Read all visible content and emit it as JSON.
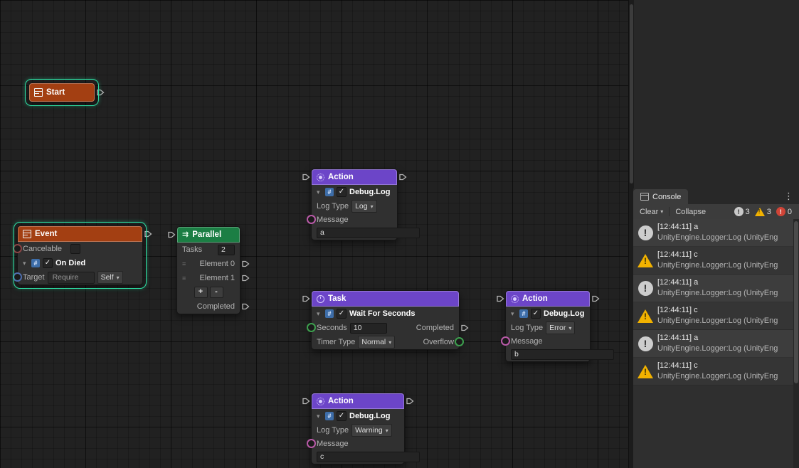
{
  "colors": {
    "c-event": "#a33f12",
    "c-parallel": "#1b7e44",
    "c-action": "#6c45c8",
    "c-select": "#2ee0a4",
    "c-warning": "#f2b200",
    "c-error": "#d04437",
    "c-wire": "#7d7d7d"
  },
  "graph": {
    "start": {
      "title": "Start"
    },
    "event": {
      "title": "Event",
      "cancelable_label": "Cancelable",
      "unit": "On Died",
      "target_label": "Target",
      "target_value": "Require",
      "target_scope": "Self"
    },
    "parallel": {
      "title": "Parallel",
      "tasks_label": "Tasks",
      "tasks_value": "2",
      "elements": [
        "Element 0",
        "Element 1"
      ],
      "add": "+",
      "remove": "-",
      "completed": "Completed"
    },
    "action_a": {
      "title": "Action",
      "unit": "Debug.Log",
      "log_type_label": "Log Type",
      "log_type_value": "Log",
      "message_label": "Message",
      "message_value": "a"
    },
    "task": {
      "title": "Task",
      "unit": "Wait For Seconds",
      "seconds_label": "Seconds",
      "seconds_value": "10",
      "completed_label": "Completed",
      "timer_type_label": "Timer Type",
      "timer_type_value": "Normal",
      "overflow_label": "Overflow"
    },
    "action_b": {
      "title": "Action",
      "unit": "Debug.Log",
      "log_type_label": "Log Type",
      "log_type_value": "Error",
      "message_label": "Message",
      "message_value": "b"
    },
    "action_c": {
      "title": "Action",
      "unit": "Debug.Log",
      "log_type_label": "Log Type",
      "log_type_value": "Warning",
      "message_label": "Message",
      "message_value": "c"
    }
  },
  "console": {
    "tab": "Console",
    "toolbar": {
      "clear": "Clear",
      "collapse": "Collapse",
      "log_count": "3",
      "warning_count": "3",
      "error_count": "0"
    },
    "entries": [
      {
        "type": "log",
        "line1": "[12:44:11] a",
        "line2": "UnityEngine.Logger:Log (UnityEng"
      },
      {
        "type": "warning",
        "line1": "[12:44:11] c",
        "line2": "UnityEngine.Logger:Log (UnityEng"
      },
      {
        "type": "log",
        "line1": "[12:44:11] a",
        "line2": "UnityEngine.Logger:Log (UnityEng"
      },
      {
        "type": "warning",
        "line1": "[12:44:11] c",
        "line2": "UnityEngine.Logger:Log (UnityEng"
      },
      {
        "type": "log",
        "line1": "[12:44:11] a",
        "line2": "UnityEngine.Logger:Log (UnityEng"
      },
      {
        "type": "warning",
        "line1": "[12:44:11] c",
        "line2": "UnityEngine.Logger:Log (UnityEng"
      }
    ]
  }
}
